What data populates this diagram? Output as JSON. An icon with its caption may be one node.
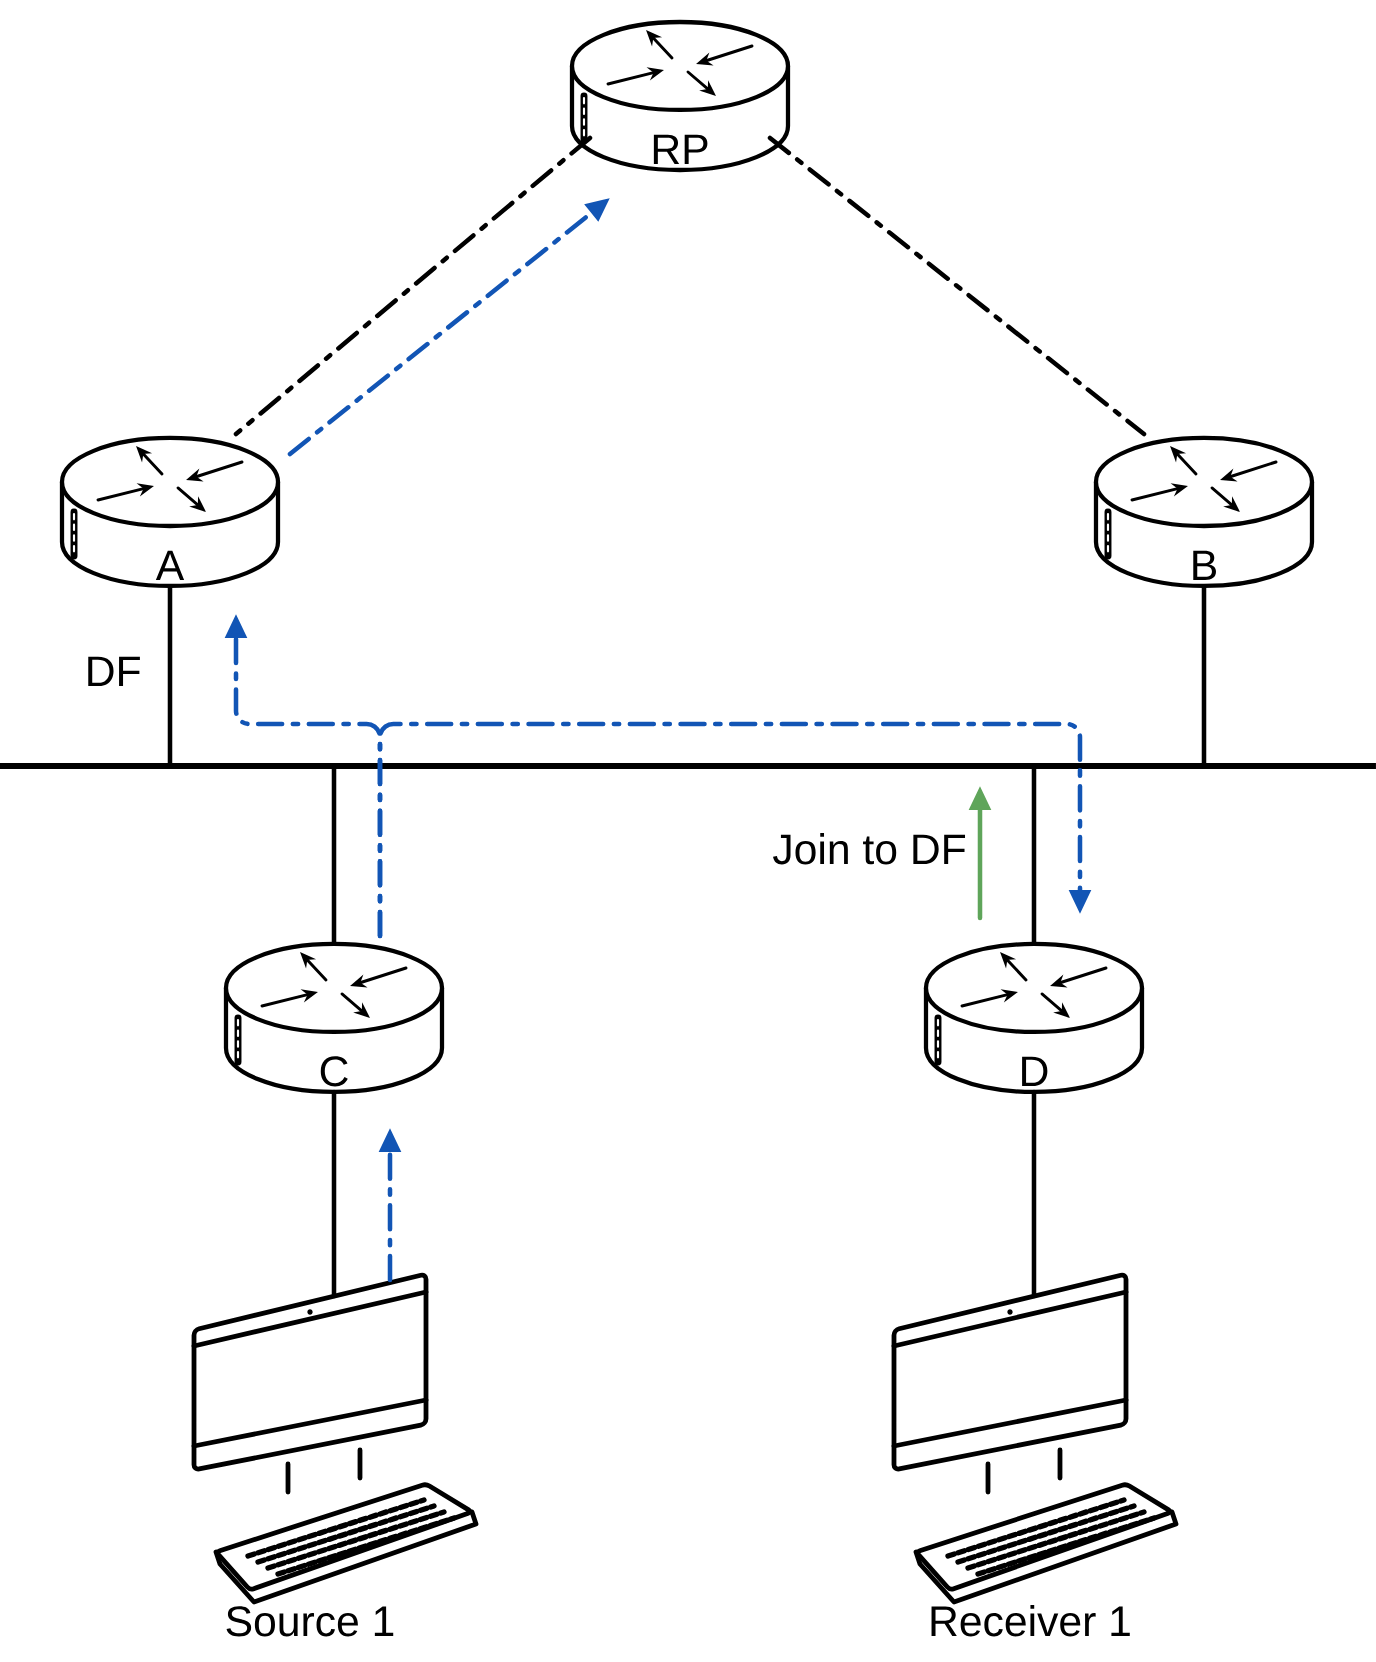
{
  "diagram": {
    "nodes": [
      {
        "text": [
          "RP"
        ]
      },
      {
        "text": [
          "A"
        ],
        "beside": [
          "DF"
        ]
      },
      {
        "text": [
          "B"
        ]
      },
      {
        "text": [],
        "shape": "bar"
      },
      {
        "text": [
          "C"
        ]
      },
      {
        "text": [
          "D"
        ]
      },
      {
        "text": [
          "Source 1"
        ]
      },
      {
        "text": [
          "Receiver 1"
        ]
      }
    ],
    "edges": [
      {
        "from": 0,
        "to": 1,
        "arrow": "none",
        "style": "dashed"
      },
      {
        "from": 0,
        "to": 2,
        "arrow": "none",
        "style": "dashed"
      },
      {
        "from": 1,
        "to": 0,
        "arrow": "to",
        "style": "dashed",
        "color": "#1255b5"
      },
      {
        "from": 1,
        "to": 3,
        "arrow": "none"
      },
      {
        "from": 2,
        "to": 3,
        "arrow": "none"
      },
      {
        "from": 4,
        "to": 3,
        "arrow": "none"
      },
      {
        "from": 5,
        "to": 3,
        "arrow": "none"
      },
      {
        "from": 4,
        "to": 6,
        "arrow": "none"
      },
      {
        "from": 5,
        "to": 7,
        "arrow": "none"
      },
      {
        "from": 6,
        "to": 4,
        "arrow": "to",
        "style": "dashed",
        "color": "#1255b5"
      },
      {
        "from": 4,
        "to": 1,
        "arrow": "to",
        "style": "dashed",
        "color": "#1255b5"
      },
      {
        "from": 4,
        "to": 5,
        "arrow": "to",
        "style": "dashed",
        "color": "#1255b5"
      },
      {
        "from": 5,
        "to": 3,
        "arrow": "to",
        "label": "Join to DF",
        "color": "#5fa55a"
      }
    ]
  }
}
